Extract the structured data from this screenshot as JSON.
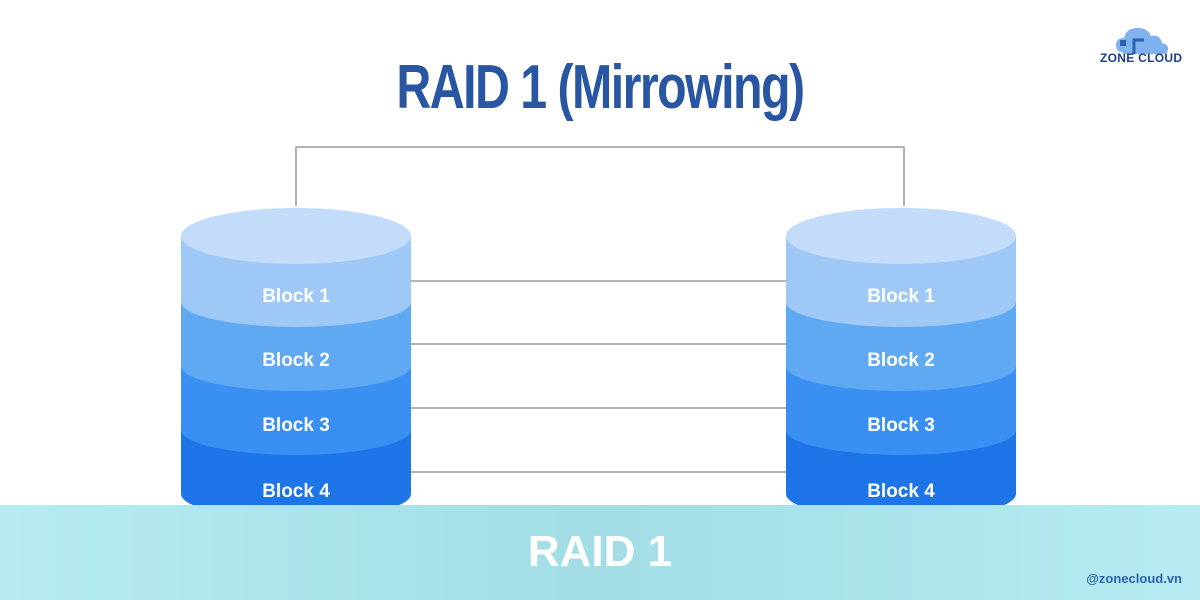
{
  "title": "RAID 1 (Mirrowing)",
  "logo_text": "ZONE CLOUD",
  "footer_title": "RAID 1",
  "handle": "@zonecloud.vn",
  "disks": [
    {
      "blocks": [
        "Block 1",
        "Block 2",
        "Block 3",
        "Block 4"
      ]
    },
    {
      "blocks": [
        "Block 1",
        "Block 2",
        "Block 3",
        "Block 4"
      ]
    }
  ],
  "colors": {
    "title": "#2856a3",
    "block_1": "#9ec8f6",
    "block_2": "#5fa9f3",
    "block_3": "#3a90f2",
    "block_4": "#1d75e8",
    "connector": "#9a9a9a",
    "footer": "#a8e3ea"
  }
}
